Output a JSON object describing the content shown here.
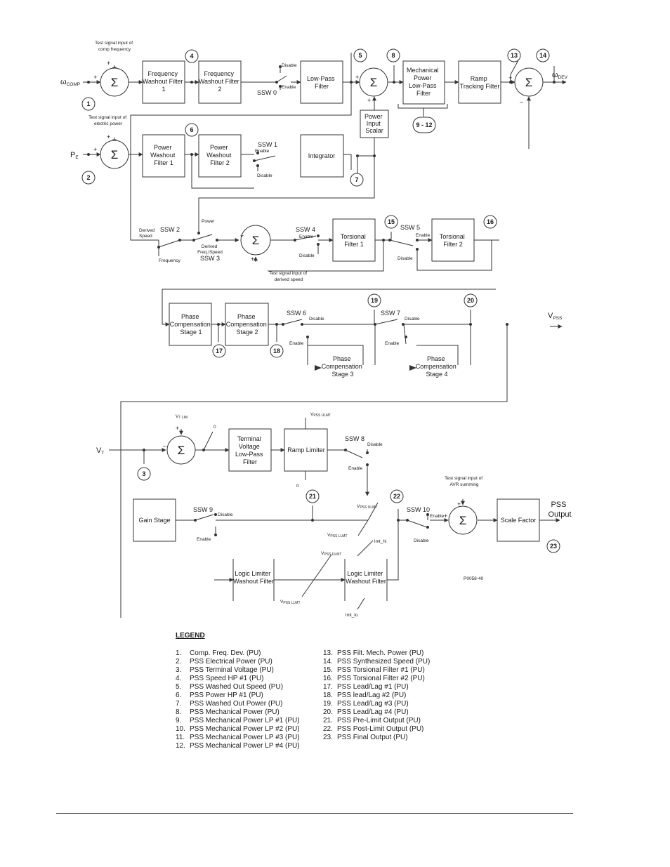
{
  "diagram": {
    "blocks": {
      "freq_washout_1": [
        "Frequency",
        "Washout Filter",
        "1"
      ],
      "freq_washout_2": [
        "Frequency",
        "Washout Filter",
        "2"
      ],
      "low_pass": [
        "Low-Pass",
        "Filter"
      ],
      "mech_power_lp": [
        "Mechanical",
        "Power",
        "Low-Pass",
        "Filter"
      ],
      "ramp_tracking": [
        "Ramp",
        "Tracking Filter"
      ],
      "power_input_scalar": [
        "Power",
        "Input",
        "Scalar"
      ],
      "power_washout_1": [
        "Power",
        "Washout",
        "Filter 1"
      ],
      "power_washout_2": [
        "Power",
        "Washout",
        "Filter 2"
      ],
      "integrator": [
        "Integrator"
      ],
      "torsional_1": [
        "Torsional",
        "Filter 1"
      ],
      "torsional_2": [
        "Torsional",
        "Filter 2"
      ],
      "phase_comp_1": [
        "Phase",
        "Compensation",
        "Stage 1"
      ],
      "phase_comp_2": [
        "Phase",
        "Compensation",
        "Stage 2"
      ],
      "phase_comp_3": [
        "Phase",
        "Compensation",
        "Stage 3"
      ],
      "phase_comp_4": [
        "Phase",
        "Compensation",
        "Stage 4"
      ],
      "terminal_voltage_lp": [
        "Terminal",
        "Voltage",
        "Low-Pass",
        "Filter"
      ],
      "ramp_limiter": [
        "Ramp Limiter"
      ],
      "gain_stage": [
        "Gain Stage"
      ],
      "scale_factor": [
        "Scale Factor"
      ],
      "logic_limiter_1": [
        "Logic Limiter",
        "Washout Filter"
      ],
      "logic_limiter_2": [
        "Logic Limiter",
        "Washout Filter"
      ],
      "pss_output": [
        "PSS",
        "Output"
      ]
    },
    "switches": {
      "ssw0": "SSW 0",
      "ssw1": "SSW 1",
      "ssw2": "SSW 2",
      "ssw3": "SSW 3",
      "ssw4": "SSW 4",
      "ssw5": "SSW 5",
      "ssw6": "SSW 6",
      "ssw7": "SSW 7",
      "ssw8": "SSW 8",
      "ssw9": "SSW 9",
      "ssw10": "SSW 10"
    },
    "labels": {
      "disable": "Disable",
      "enable": "Enable",
      "power": "Power",
      "frequency": "Frequency",
      "derived_speed": [
        "Derived",
        "Speed"
      ],
      "derived_freq_speed": [
        "Derived",
        "Freq./Speed"
      ],
      "test_comp_freq": [
        "Test signal input of",
        "comp frequency"
      ],
      "test_electric_power": [
        "Test signal input of",
        "electric power"
      ],
      "test_derived_speed": [
        "Test signal input of",
        "derived speed"
      ],
      "test_avr_summing": [
        "Test signal input of",
        "AVR summing"
      ],
      "sigma": "Σ",
      "plus": "+",
      "minus": "–",
      "zero": "0",
      "lmt_hi": "lmt_hi",
      "lmt_lo": "lmt_lo",
      "figure_id": "P0058-40"
    },
    "signals": {
      "omega": "ω",
      "omega_comp_sub": "COMP",
      "omega_dev_sub": "DEV",
      "v": "V",
      "p": "P",
      "pe_sub": "E",
      "vt_sub": "T",
      "vpss_sub": "PSS",
      "vt_lim_sub": "T LIM",
      "vpss_ulmt_sub": "PSS ULMT",
      "vpss_llmt_sub": "PSS LLMT"
    },
    "test_points": [
      "1",
      "2",
      "3",
      "4",
      "5",
      "6",
      "7",
      "8",
      "9 - 12",
      "13",
      "14",
      "15",
      "16",
      "17",
      "18",
      "19",
      "20",
      "21",
      "22",
      "23"
    ]
  },
  "legend": {
    "title": "LEGEND",
    "left": [
      {
        "num": "1.",
        "text": "Comp. Freq. Dev. (PU)"
      },
      {
        "num": "2.",
        "text": "PSS Electrical Power (PU)"
      },
      {
        "num": "3.",
        "text": "PSS Terminal Voltage (PU)"
      },
      {
        "num": "4.",
        "text": "PSS Speed HP #1 (PU)"
      },
      {
        "num": "5.",
        "text": "PSS Washed Out Speed (PU)"
      },
      {
        "num": "6.",
        "text": "PSS Power HP #1 (PU)"
      },
      {
        "num": "7.",
        "text": "PSS Washed Out Power (PU)"
      },
      {
        "num": "8.",
        "text": "PSS Mechanical Power (PU)"
      },
      {
        "num": "9.",
        "text": "PSS Mechanical Power LP #1 (PU)"
      },
      {
        "num": "10.",
        "text": "PSS Mechanical Power LP #2 (PU)"
      },
      {
        "num": "11.",
        "text": "PSS Mechanical Power LP #3 (PU)"
      },
      {
        "num": "12.",
        "text": "PSS Mechanical Power LP #4 (PU)"
      }
    ],
    "right": [
      {
        "num": "13.",
        "text": "PSS Filt. Mech. Power (PU)"
      },
      {
        "num": "14.",
        "text": "PSS Synthesized Speed (PU)"
      },
      {
        "num": "15.",
        "text": "PSS Torsional Filter #1 (PU)"
      },
      {
        "num": "16.",
        "text": "PSS Torsional Filter #2 (PU)"
      },
      {
        "num": "17.",
        "text": "PSS Lead/Lag #1 (PU)"
      },
      {
        "num": "18.",
        "text": "PSS lead/Lag #2 (PU)"
      },
      {
        "num": "19.",
        "text": "PSS Lead/Lag #3 (PU)"
      },
      {
        "num": "20.",
        "text": "PSS Lead/Lag #4 (PU)"
      },
      {
        "num": "21.",
        "text": "PSS Pre-Limit Output (PU)"
      },
      {
        "num": "22.",
        "text": "PSS Post-Limit Output (PU)"
      },
      {
        "num": "23.",
        "text": "PSS Final Output (PU)"
      }
    ]
  }
}
